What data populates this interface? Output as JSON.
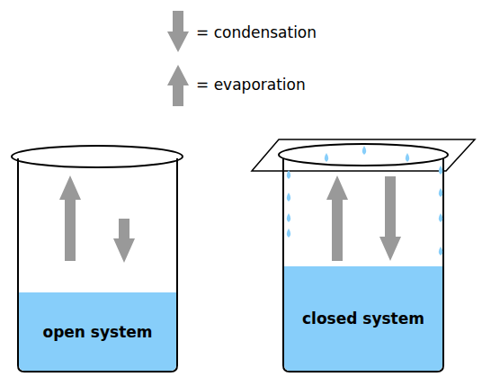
{
  "diagram": {
    "nodes": [
      {
        "text": [
          "open system"
        ]
      },
      {
        "text": [
          "closed system"
        ]
      }
    ],
    "legend": [
      {
        "text": "= condensation"
      },
      {
        "text": "= evaporation"
      }
    ]
  }
}
